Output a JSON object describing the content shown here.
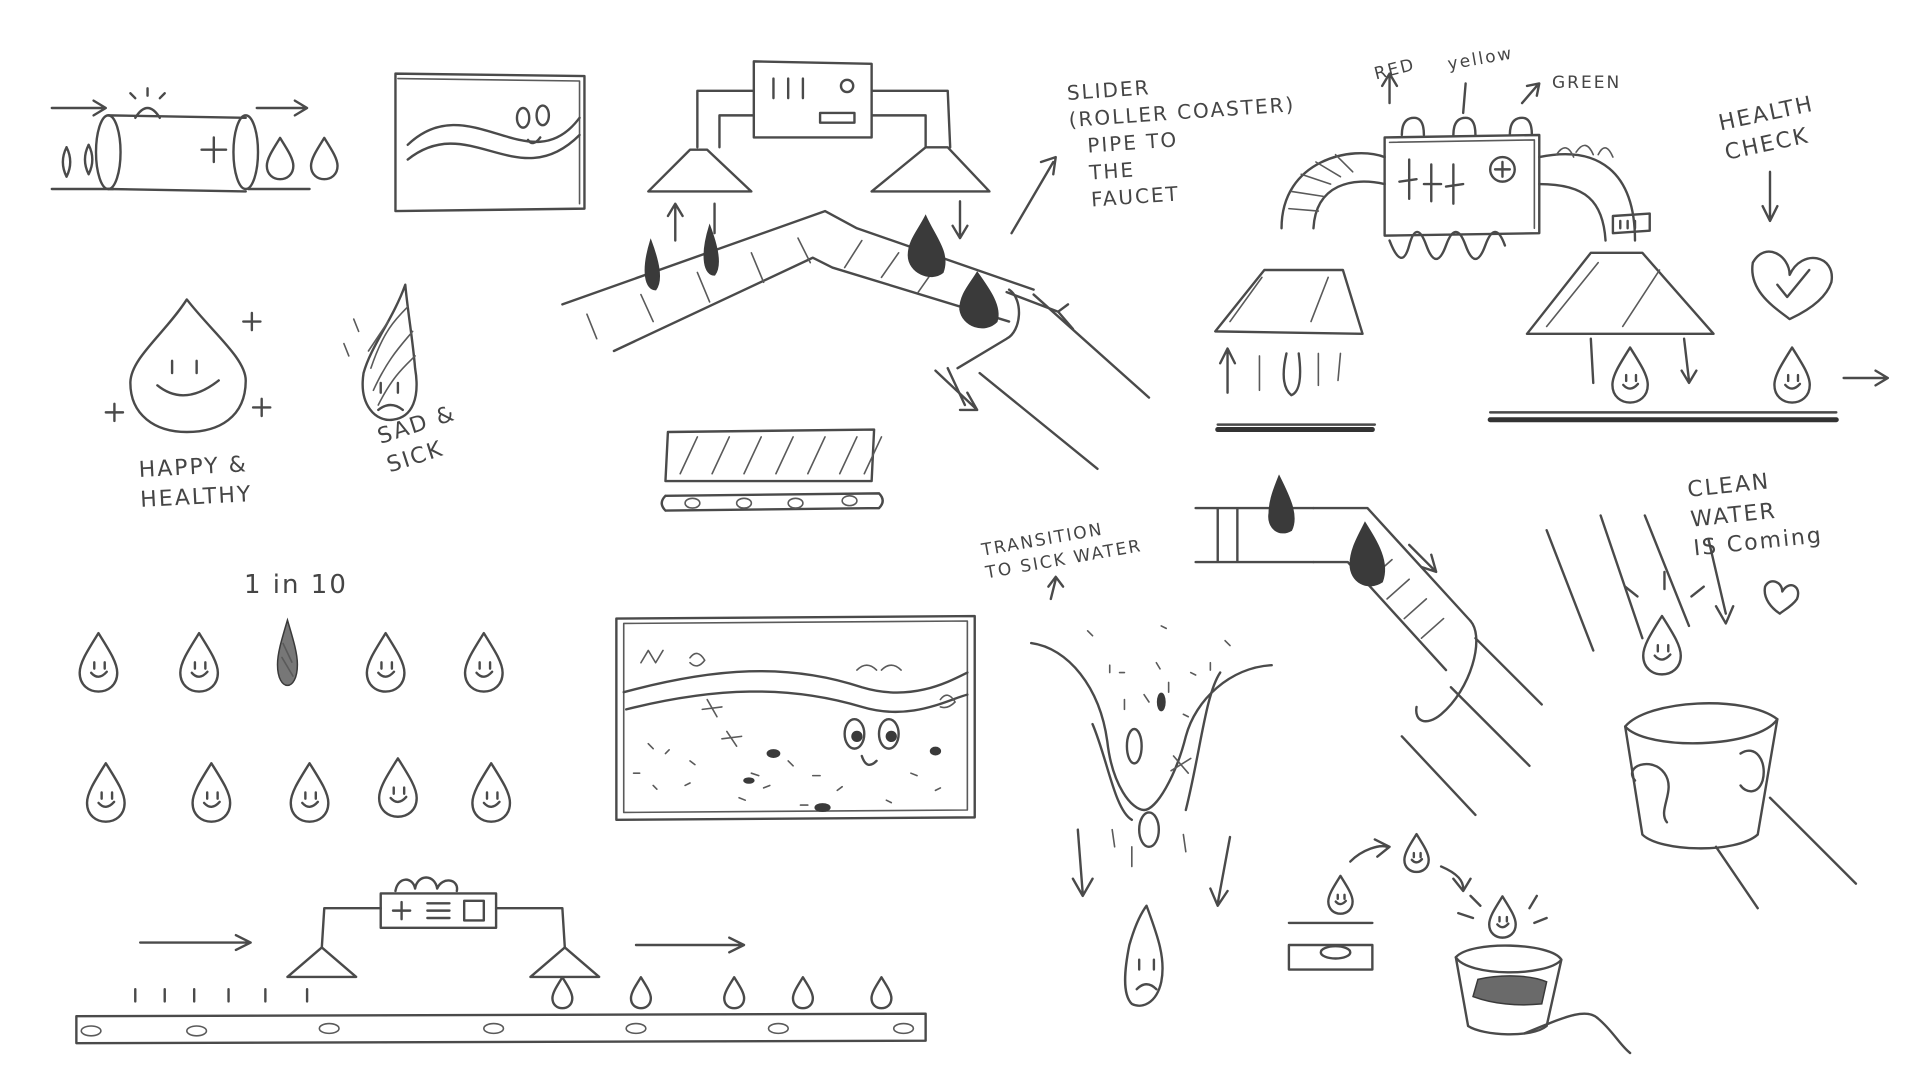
{
  "labels": {
    "happy_healthy": "HAPPY &\nHEALTHY",
    "sad_sick": "SAD &\nSICK",
    "one_in_ten": "1 in 10",
    "slider": "SLIDER\n(ROLLER COASTER)\n  PIPE TO\n  THE\n  FAUCET",
    "red": "RED",
    "yellow": "yellow",
    "green": "GREEN",
    "health_check": "HEALTH\nCHECK",
    "transition": "TRANSITION\nTO SICK WATER",
    "clean_water": "CLEAN\nWATER\nIS Coming"
  }
}
